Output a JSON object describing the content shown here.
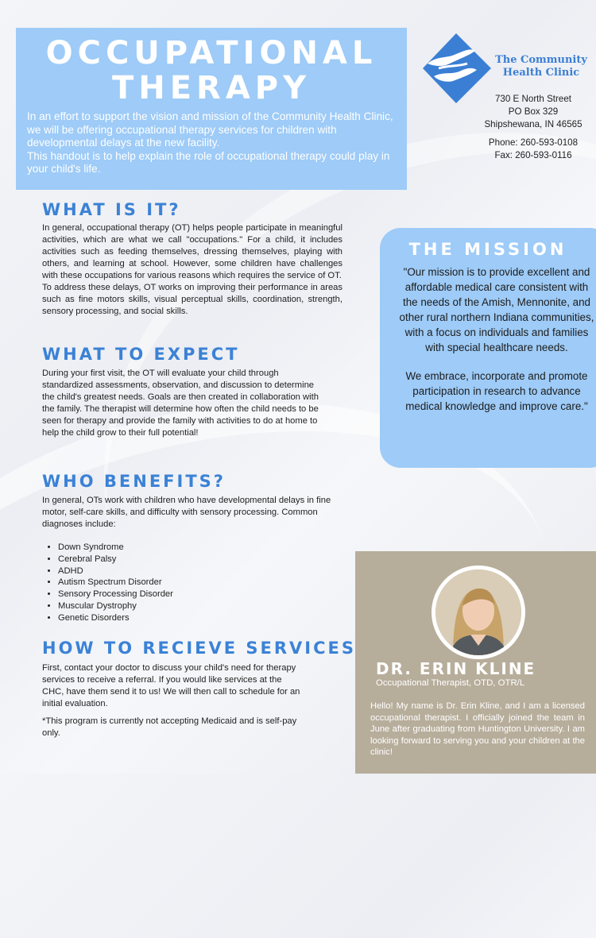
{
  "header": {
    "title_line1": "OCCUPATIONAL",
    "title_line2": "THERAPY",
    "intro_p1": "In an effort to support the vision and mission of the Community Health Clinic, we will be offering occupational therapy services for children with developmental delays at the new facility.",
    "intro_p2": "This handout is to help explain the role of occupational therapy could play in your child's life."
  },
  "clinic": {
    "name_line1": "The Community",
    "name_line2": "Health Clinic",
    "street": "730 E North Street",
    "po_box": "PO Box 329",
    "city": "Shipshewana, IN 46565",
    "phone": "Phone: 260-593-0108",
    "fax": "Fax: 260-593-0116",
    "brand_color": "#3b7fd4"
  },
  "sections": {
    "what_is_it": {
      "heading": "WHAT IS IT?",
      "p1": "In general, occupational therapy (OT) helps people participate in meaningful activities, which are what we call \"occupations.\" For a child, it includes activities such as feeding themselves, dressing themselves, playing with others, and learning at school. However, some children have challenges with these occupations for various reasons which requires the service of OT.",
      "p2": "To address these delays, OT works on improving their performance in areas such as fine motors skills, visual perceptual skills, coordination, strength, sensory processing, and social skills."
    },
    "what_to_expect": {
      "heading": "WHAT TO EXPECT",
      "p1": "During your first visit, the OT will evaluate your child through standardized assessments, observation, and discussion to determine the child's greatest needs. Goals are then created in collaboration with the family. The therapist will determine how often the child needs to be seen for therapy and provide the family with activities to do at home to help the child grow to their full potential!"
    },
    "who_benefits": {
      "heading": "WHO BENEFITS?",
      "p1": "In general, OTs work with children who have developmental delays in fine motor, self-care skills, and difficulty with sensory processing. Common diagnoses include:",
      "items": [
        "Down Syndrome",
        "Cerebral Palsy",
        "ADHD",
        "Autism Spectrum Disorder",
        "Sensory Processing Disorder",
        "Muscular Dystrophy",
        "Genetic Disorders"
      ]
    },
    "how_to_receive": {
      "heading": "HOW TO RECIEVE SERVICES",
      "p1": "First, contact your doctor to discuss your child's need for therapy services to receive a referral. If you would like services at the CHC, have them send it to us! We will then call to schedule for an initial evaluation.",
      "p2": "*This program is currently not accepting Medicaid and is self-pay only."
    }
  },
  "mission": {
    "heading": "THE MISSION",
    "p1": "\"Our mission is to provide excellent and affordable medical care consistent with the needs of the Amish, Mennonite, and other rural northern Indiana communities, with a focus on individuals and families with special healthcare needs.",
    "p2": "We embrace, incorporate and promote participation in research to advance medical knowledge and improve care.\""
  },
  "doctor": {
    "name": "DR. ERIN KLINE",
    "title": "Occupational Therapist, OTD, OTR/L",
    "bio": "Hello! My name is Dr. Erin Kline, and I am a licensed occupational therapist. I officially joined the team in June after graduating from Huntington University. I am looking forward to serving you and your children at the clinic!"
  },
  "colors": {
    "heading_blue": "#3b82d6",
    "panel_blue": "#9ecbf7",
    "doctor_panel": "#b7ad9b"
  }
}
